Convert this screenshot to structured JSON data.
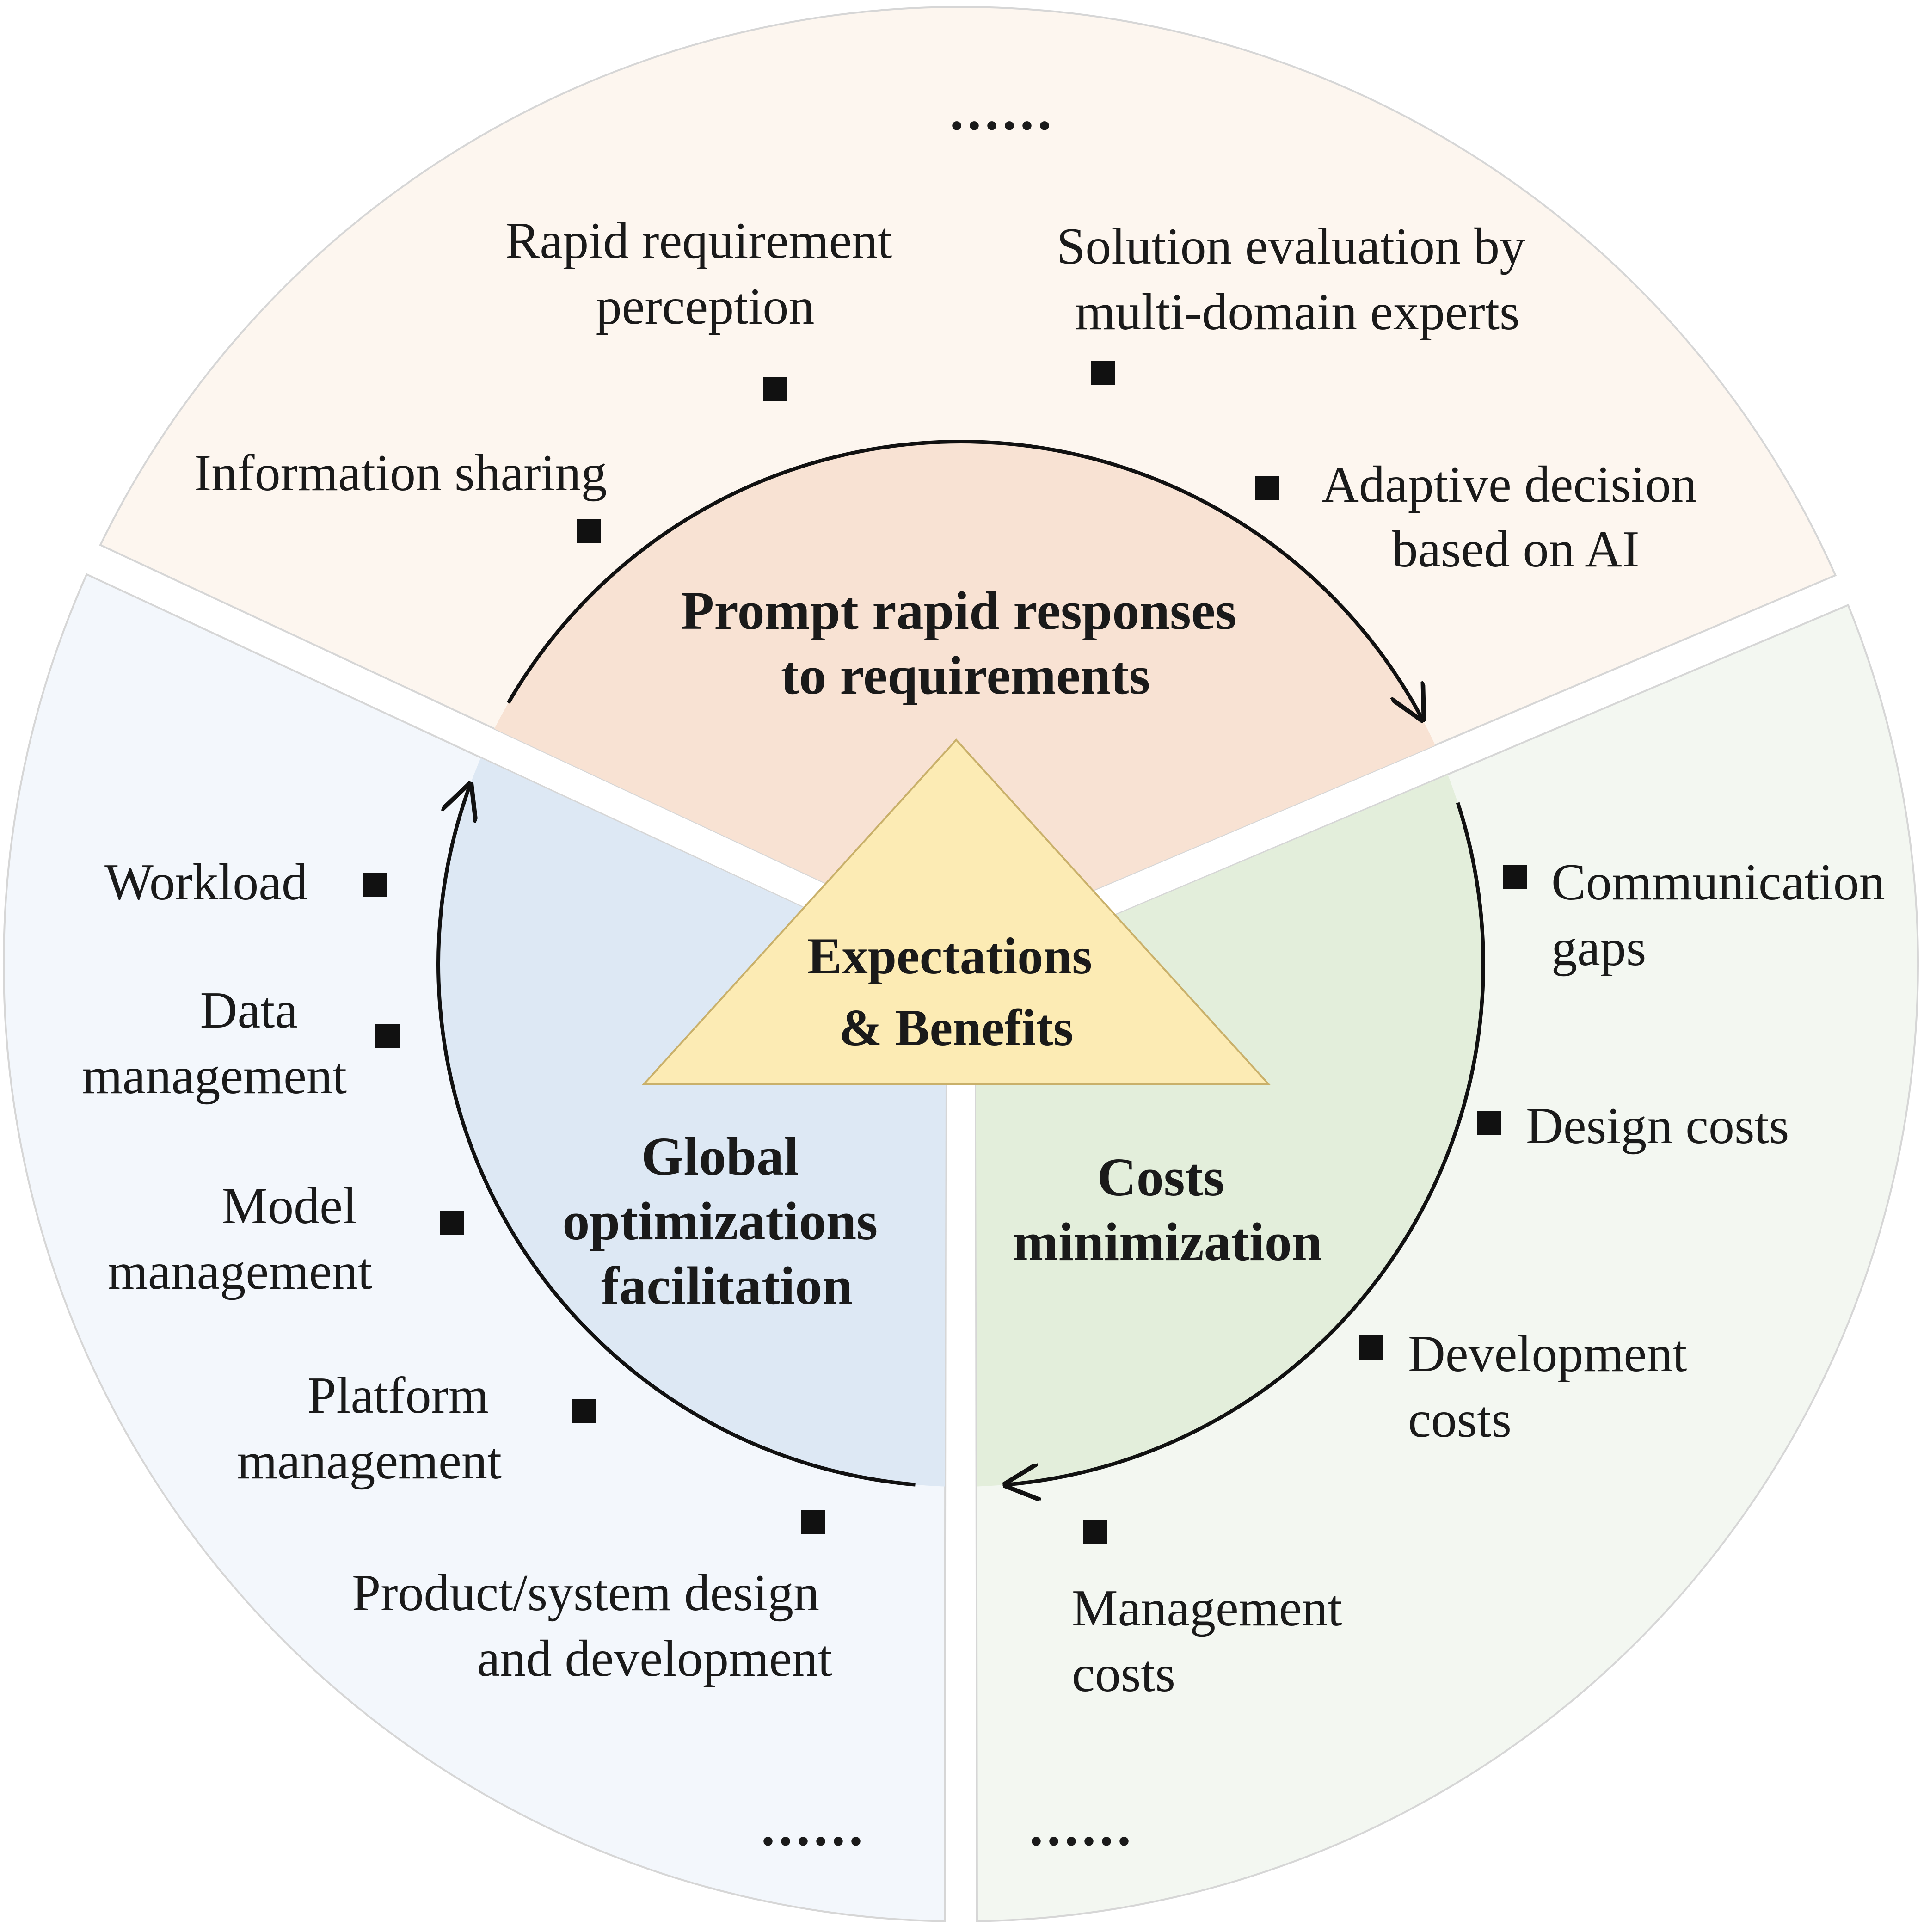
{
  "center": {
    "title_lines": [
      "Expectations",
      "& Benefits"
    ],
    "fill": "#FCEBB4"
  },
  "sectors": [
    {
      "id": "top",
      "title_lines": [
        "Prompt rapid responses",
        "to requirements"
      ],
      "outer_fill": "#FDF6EF",
      "inner_fill": "#F8E2D3",
      "items": [
        {
          "lines": [
            "Rapid requirement",
            "perception"
          ]
        },
        {
          "lines": [
            "Solution evaluation by",
            "multi-domain experts"
          ]
        },
        {
          "lines": [
            "Information sharing"
          ]
        },
        {
          "lines": [
            "Adaptive decision",
            "based on AI"
          ]
        }
      ],
      "ellipsis": "......"
    },
    {
      "id": "right",
      "title_lines": [
        "Costs",
        "minimization"
      ],
      "outer_fill": "#F3F7F1",
      "inner_fill": "#E3EEDB",
      "items": [
        {
          "lines": [
            "Communication",
            "gaps"
          ]
        },
        {
          "lines": [
            "Design costs"
          ]
        },
        {
          "lines": [
            "Development",
            "costs"
          ]
        },
        {
          "lines": [
            "Management",
            "costs"
          ]
        }
      ],
      "ellipsis": "......"
    },
    {
      "id": "left",
      "title_lines": [
        "Global",
        "optimizations",
        "facilitation"
      ],
      "outer_fill": "#F3F7FC",
      "inner_fill": "#DDE8F4",
      "items": [
        {
          "lines": [
            "Workload"
          ]
        },
        {
          "lines": [
            "Data",
            "management"
          ]
        },
        {
          "lines": [
            "Model",
            "management"
          ]
        },
        {
          "lines": [
            "Platform",
            "management"
          ]
        },
        {
          "lines": [
            "Product/system design",
            "and development"
          ]
        }
      ],
      "ellipsis": "......"
    }
  ]
}
